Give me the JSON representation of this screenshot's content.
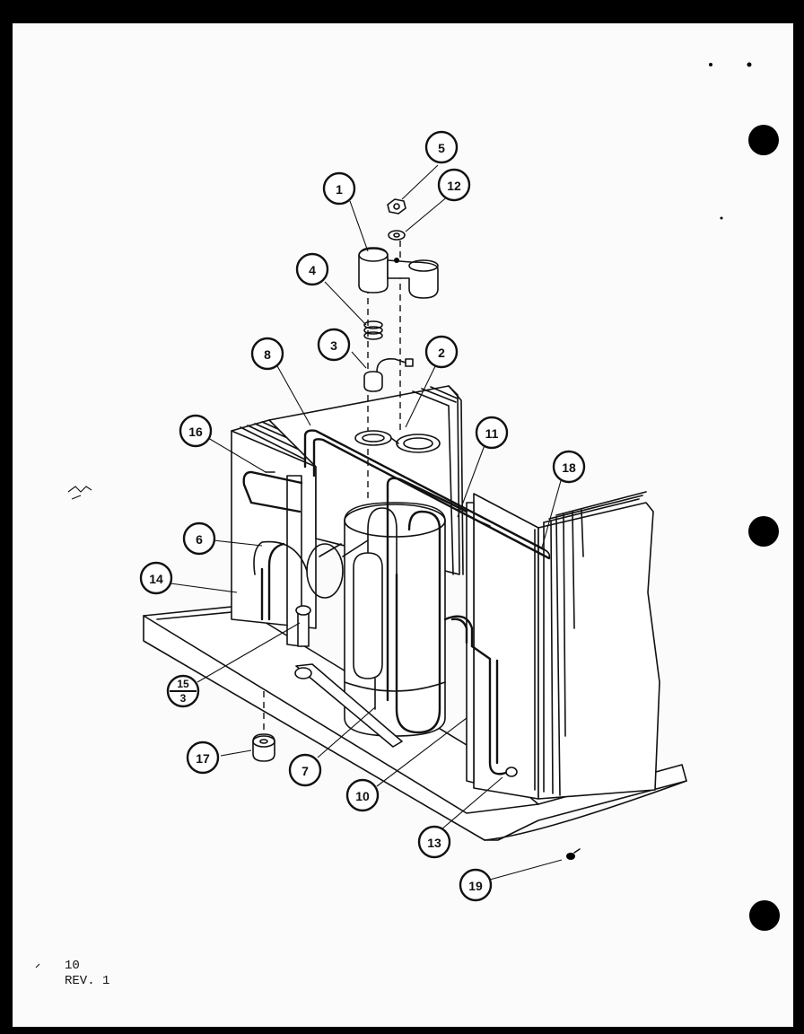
{
  "callouts": [
    {
      "id": "c1",
      "label": "1"
    },
    {
      "id": "c2",
      "label": "2"
    },
    {
      "id": "c3",
      "label": "3"
    },
    {
      "id": "c4",
      "label": "4"
    },
    {
      "id": "c5",
      "label": "5"
    },
    {
      "id": "c6",
      "label": "6"
    },
    {
      "id": "c7",
      "label": "7"
    },
    {
      "id": "c8",
      "label": "8"
    },
    {
      "id": "c10",
      "label": "10"
    },
    {
      "id": "c11",
      "label": "11"
    },
    {
      "id": "c12",
      "label": "12"
    },
    {
      "id": "c13",
      "label": "13"
    },
    {
      "id": "c14",
      "label": "14"
    },
    {
      "id": "c15",
      "numerator": "15",
      "denominator": "3"
    },
    {
      "id": "c16",
      "label": "16"
    },
    {
      "id": "c17",
      "label": "17"
    },
    {
      "id": "c18",
      "label": "18"
    },
    {
      "id": "c19",
      "label": "19"
    }
  ],
  "footer": {
    "page_number": "10",
    "revision": "REV. 1"
  }
}
